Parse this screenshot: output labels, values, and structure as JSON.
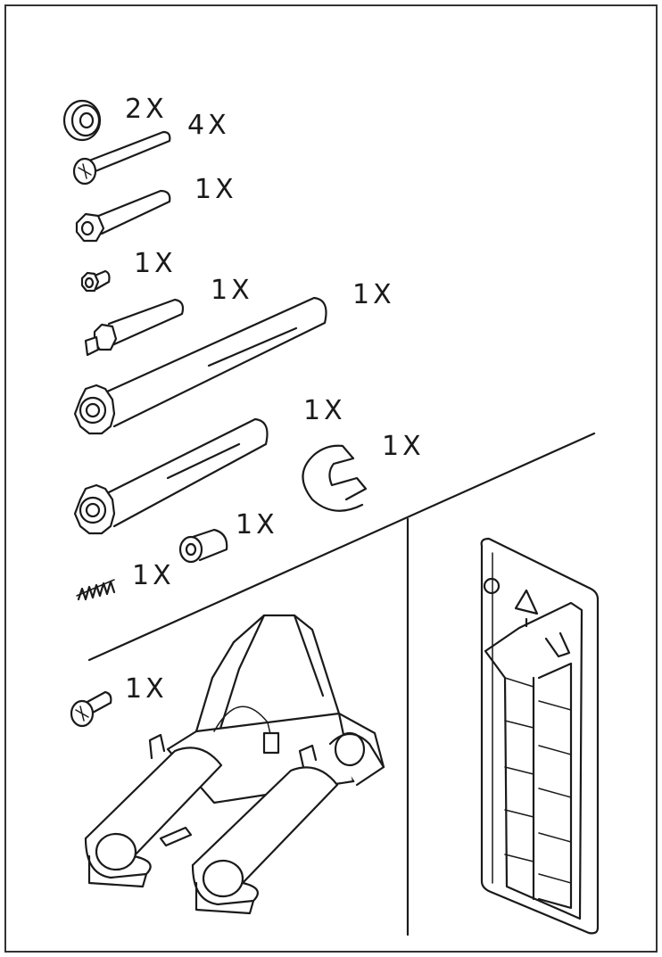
{
  "frame_color": "#333333",
  "quantities": {
    "washer": "2X",
    "long_screw": "4X",
    "hex_standoff_long": "1X",
    "small_hex_nut": "1X",
    "threaded_standoff": "1X",
    "spindle_upper": "1X",
    "spindle_lower": "1X",
    "clip": "1X",
    "spring": "1X",
    "bushing": "1X",
    "short_screw": "1X"
  }
}
